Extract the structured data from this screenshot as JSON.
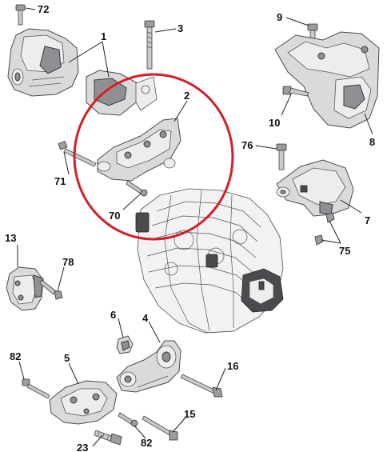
{
  "callouts": {
    "c72": "72",
    "c1": "1",
    "c3": "3",
    "c9": "9",
    "c2": "2",
    "c10": "10",
    "c8": "8",
    "c76": "76",
    "c71": "71",
    "c70": "70",
    "c7": "7",
    "c13": "13",
    "c75": "75",
    "c78": "78",
    "c6": "6",
    "c4": "4",
    "c82a": "82",
    "c5": "5",
    "c16": "16",
    "c15": "15",
    "c23": "23",
    "c82b": "82"
  },
  "colors": {
    "highlight": "#d2202a",
    "part": "#d9dadc",
    "part_dark": "#8e9094",
    "text": "#111111"
  }
}
